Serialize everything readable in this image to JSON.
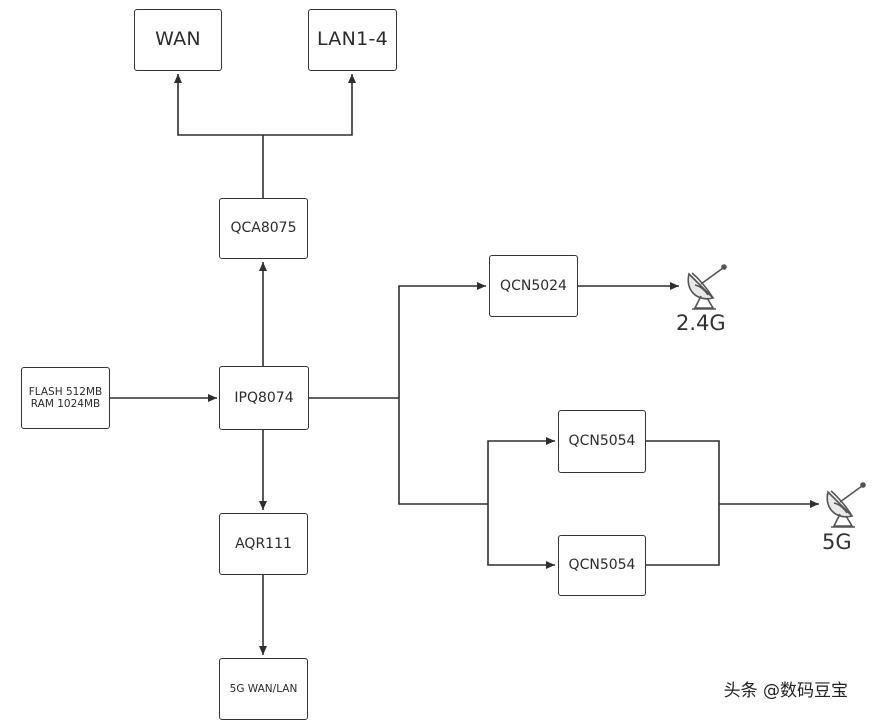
{
  "nodes": {
    "wan": "WAN",
    "lan": "LAN1-4",
    "switch": "QCA8075",
    "memory_line1": "FLASH 512MB",
    "memory_line2": "RAM 1024MB",
    "soc": "IPQ8074",
    "phy": "AQR111",
    "wan_lan_5g": "5G WAN/LAN",
    "radio_24": "QCN5024",
    "radio_5_a": "QCN5054",
    "radio_5_b": "QCN5054"
  },
  "outputs": {
    "band_24": "2.4G",
    "band_5": "5G"
  },
  "icons": {
    "antenna": "satellite-dish-antenna-icon"
  },
  "watermark": "头条 @数码豆宝",
  "colors": {
    "line": "#2f2f2f",
    "dish": "#555555"
  }
}
